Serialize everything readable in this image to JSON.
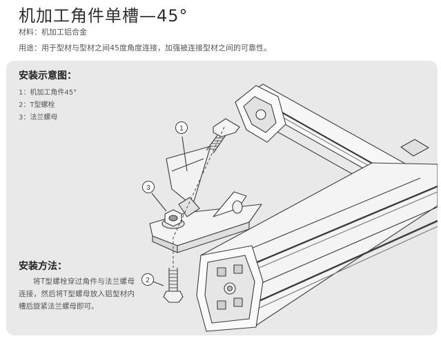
{
  "header": {
    "title": "机加工角件单槽—45°",
    "material": "材料：机加工铝合金",
    "usage": "用途：用于型材与型材之间45度角度连接，加强被连接型材之间的可靠性。"
  },
  "panel": {
    "install_heading": "安装示意图：",
    "parts": [
      "1：机加工角件45°",
      "2：T型螺栓",
      "3：法兰螺母"
    ],
    "method_heading": "安装方法：",
    "method_text": "将T型螺栓穿过角件与法兰螺母连接，然后将T型螺母放入铝型材内槽后旋紧法兰螺母即可。"
  },
  "callouts": [
    "1",
    "2",
    "3"
  ],
  "colors": {
    "panel_bg": "#e9e9e9",
    "line": "#3a3a3a",
    "profile_face": "#f4f4f4",
    "slot_dark": "#555555"
  }
}
